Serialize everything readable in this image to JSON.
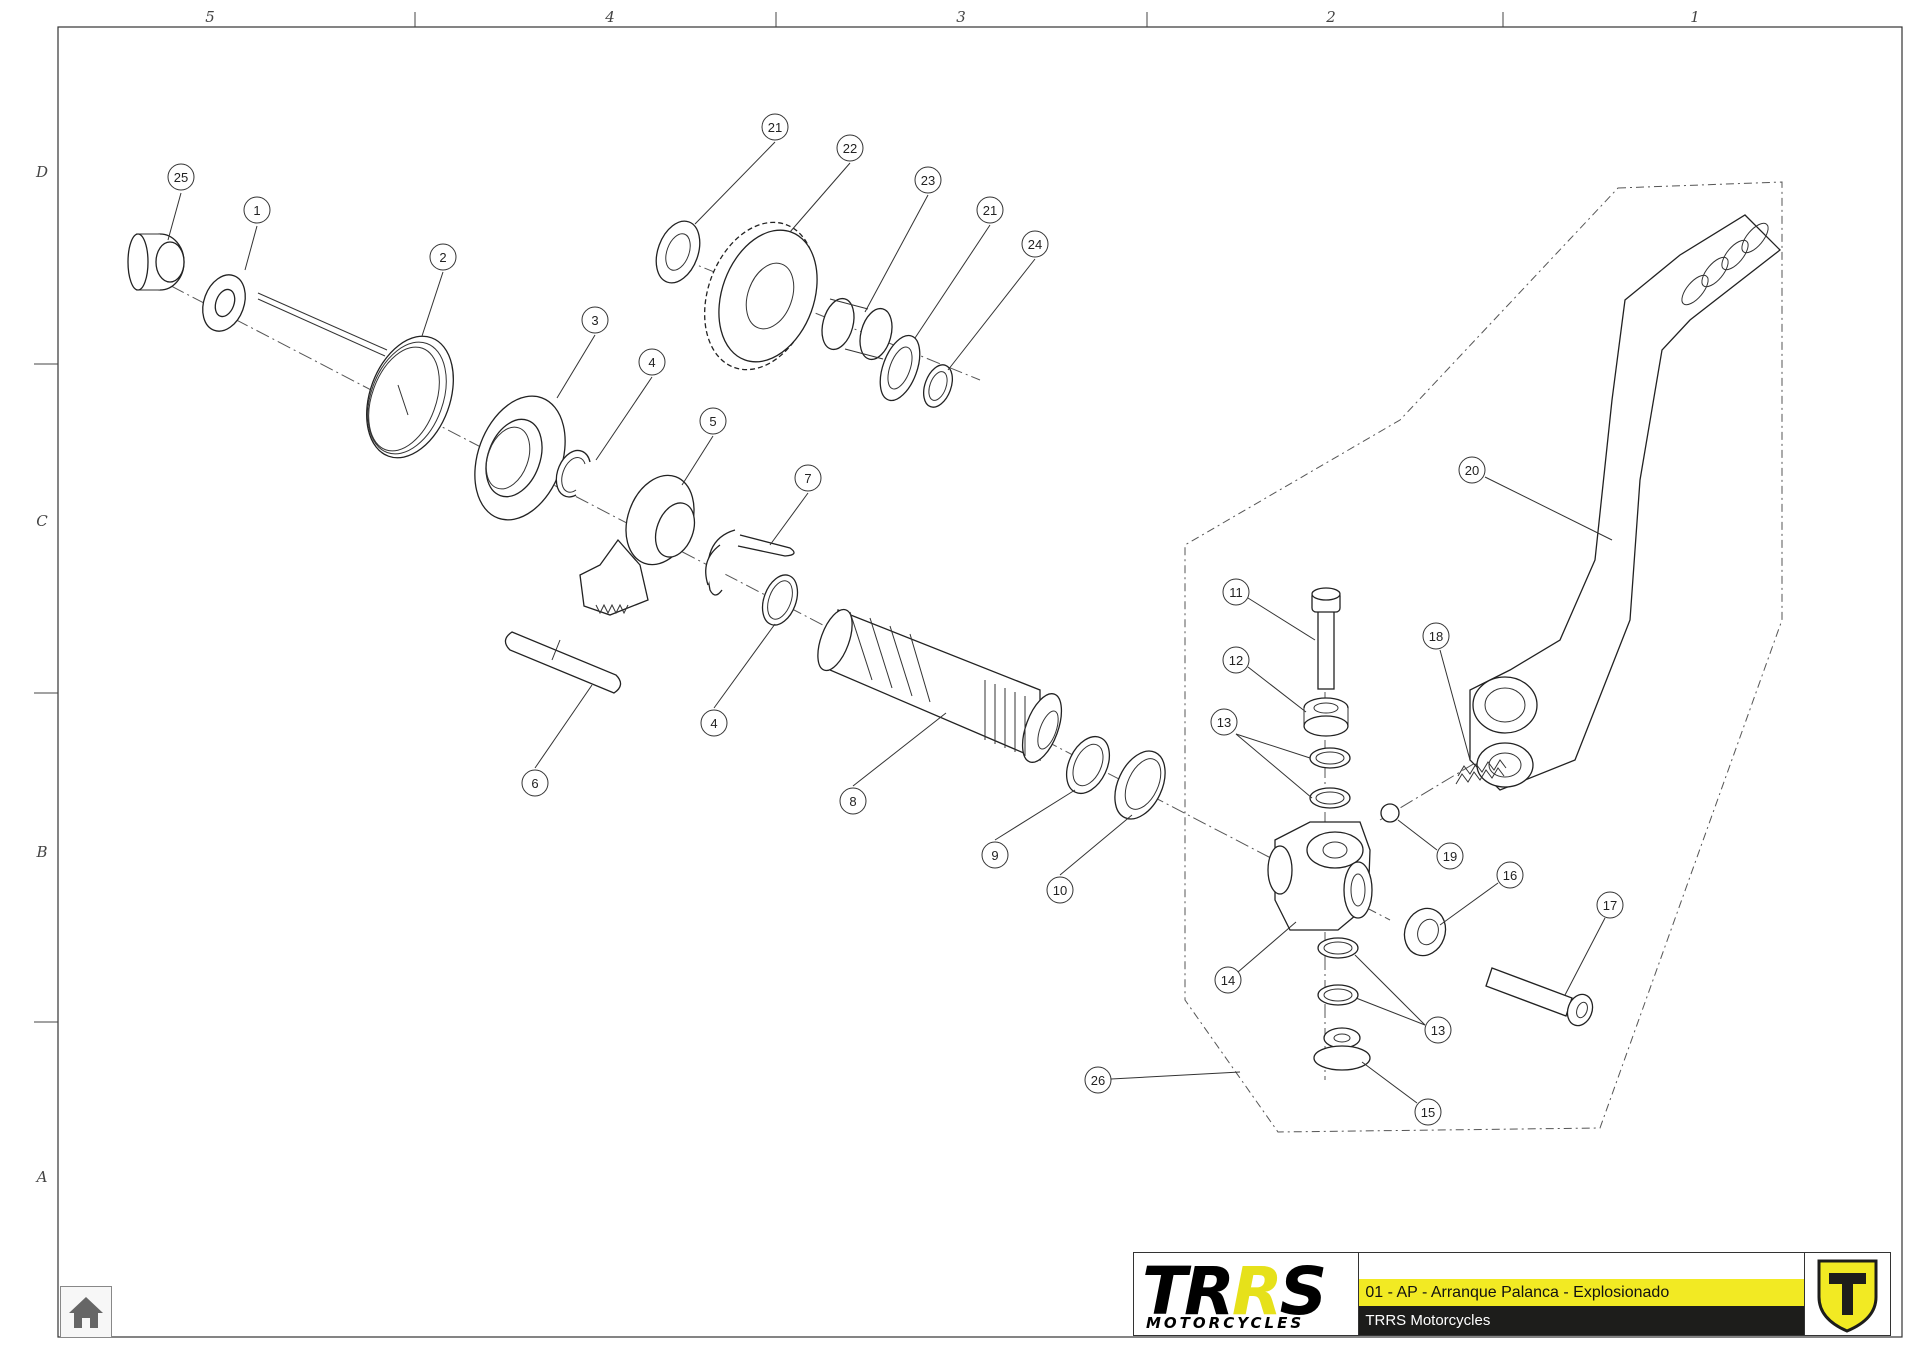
{
  "sheet": {
    "column_labels": [
      "5",
      "4",
      "3",
      "2",
      "1"
    ],
    "row_labels": [
      "D",
      "C",
      "B",
      "A"
    ]
  },
  "title_block": {
    "logo_main_prefix": "TR",
    "logo_main_accent": "R",
    "logo_main_suffix": "S",
    "logo_sub": "MOTORCYCLES",
    "document_title": "01 - AP - Arranque Palanca - Explosionado",
    "company": "TRRS Motorcycles",
    "accent_color": "#f2ea23",
    "dark_color": "#1d1d1b"
  },
  "callouts": [
    {
      "id": "25",
      "label": "25"
    },
    {
      "id": "1",
      "label": "1"
    },
    {
      "id": "2",
      "label": "2"
    },
    {
      "id": "3",
      "label": "3"
    },
    {
      "id": "4a",
      "label": "4"
    },
    {
      "id": "5",
      "label": "5"
    },
    {
      "id": "21a",
      "label": "21"
    },
    {
      "id": "22",
      "label": "22"
    },
    {
      "id": "23",
      "label": "23"
    },
    {
      "id": "21b",
      "label": "21"
    },
    {
      "id": "24",
      "label": "24"
    },
    {
      "id": "7",
      "label": "7"
    },
    {
      "id": "4b",
      "label": "4"
    },
    {
      "id": "6",
      "label": "6"
    },
    {
      "id": "8",
      "label": "8"
    },
    {
      "id": "9",
      "label": "9"
    },
    {
      "id": "10",
      "label": "10"
    },
    {
      "id": "20",
      "label": "20"
    },
    {
      "id": "11",
      "label": "11"
    },
    {
      "id": "12",
      "label": "12"
    },
    {
      "id": "13a",
      "label": "13"
    },
    {
      "id": "18",
      "label": "18"
    },
    {
      "id": "19",
      "label": "19"
    },
    {
      "id": "16",
      "label": "16"
    },
    {
      "id": "17",
      "label": "17"
    },
    {
      "id": "14",
      "label": "14"
    },
    {
      "id": "13b",
      "label": "13"
    },
    {
      "id": "26",
      "label": "26"
    },
    {
      "id": "15",
      "label": "15"
    }
  ],
  "icons": {
    "home": "home-icon",
    "badge": "trrs-shield-logo-icon"
  }
}
